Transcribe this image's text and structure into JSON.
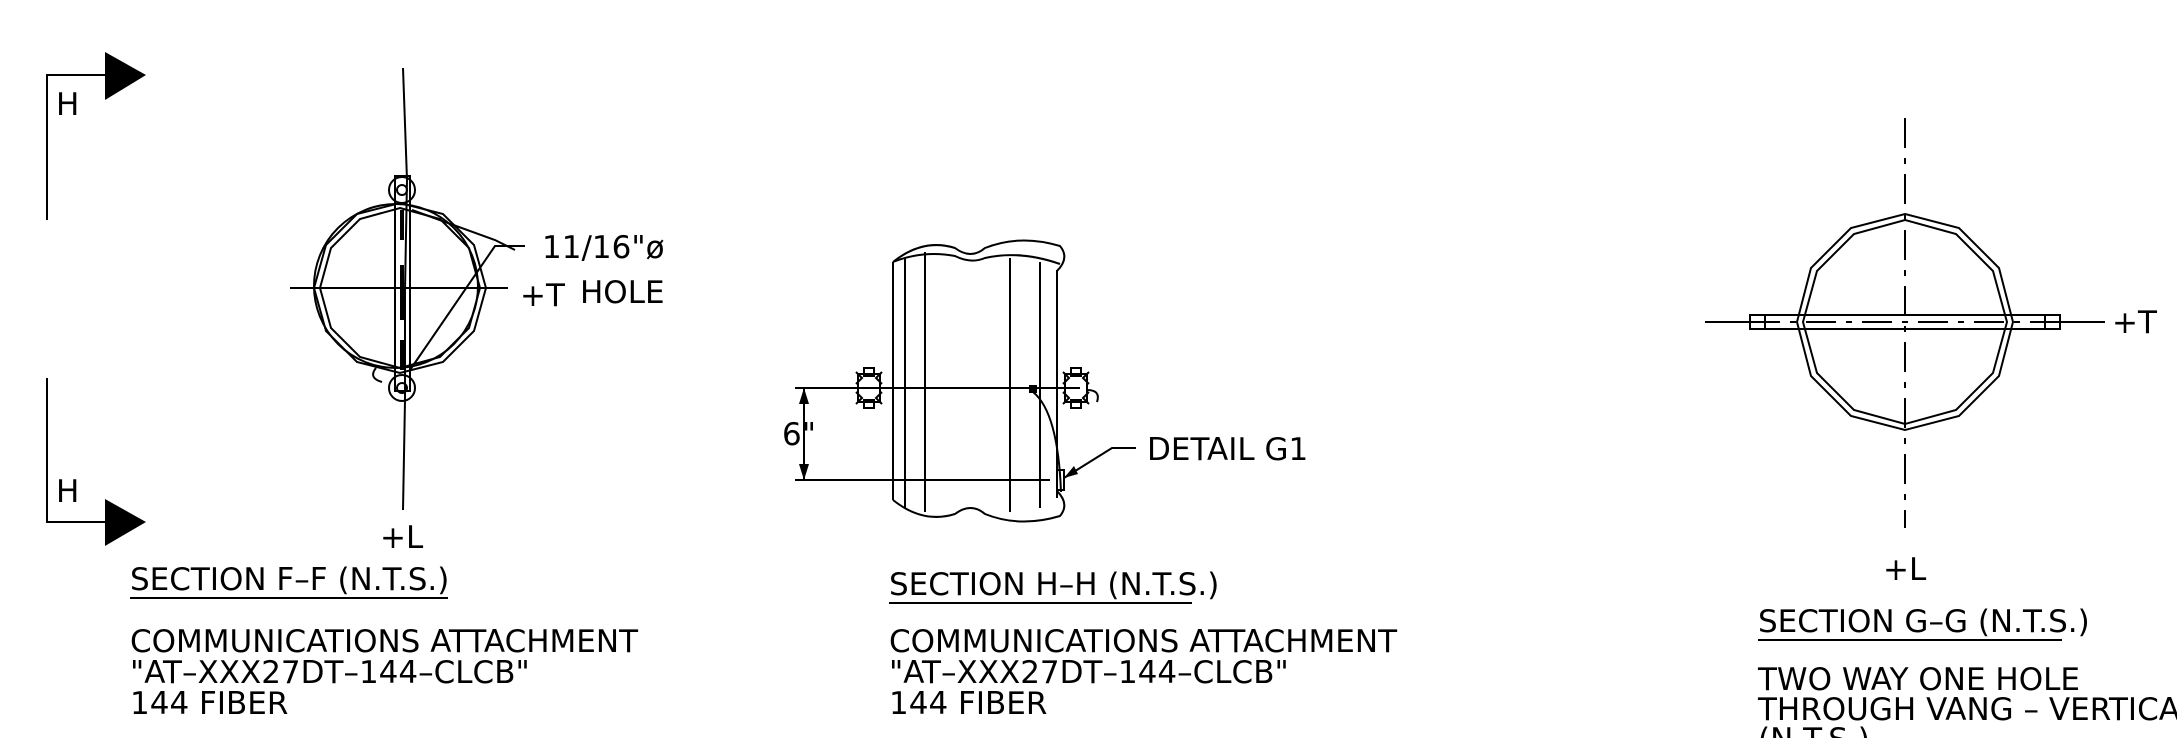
{
  "section_ff": {
    "marker_top": "H",
    "marker_bottom": "H",
    "dimension": "11/16\"ø",
    "hole": "HOLE",
    "t_axis": "+T",
    "l_axis": "+L",
    "title": "SECTION F–F (N.T.S.)",
    "desc_line1": "COMMUNICATIONS ATTACHMENT",
    "desc_line2": "\"AT–XXX27DT–144–CLCB\"",
    "desc_line3": "144 FIBER"
  },
  "section_hh": {
    "dimension": "6\"",
    "detail": "DETAIL G1",
    "title": "SECTION H–H (N.T.S.)",
    "desc_line1": "COMMUNICATIONS ATTACHMENT",
    "desc_line2": "\"AT–XXX27DT–144–CLCB\"",
    "desc_line3": "144 FIBER"
  },
  "section_gg": {
    "t_axis": "+T",
    "l_axis": "+L",
    "title": "SECTION G–G (N.T.S.)",
    "desc_line1": "TWO WAY ONE HOLE",
    "desc_line2": "THROUGH VANG – VERTICAL",
    "desc_line3": "(N.T.S.)"
  }
}
